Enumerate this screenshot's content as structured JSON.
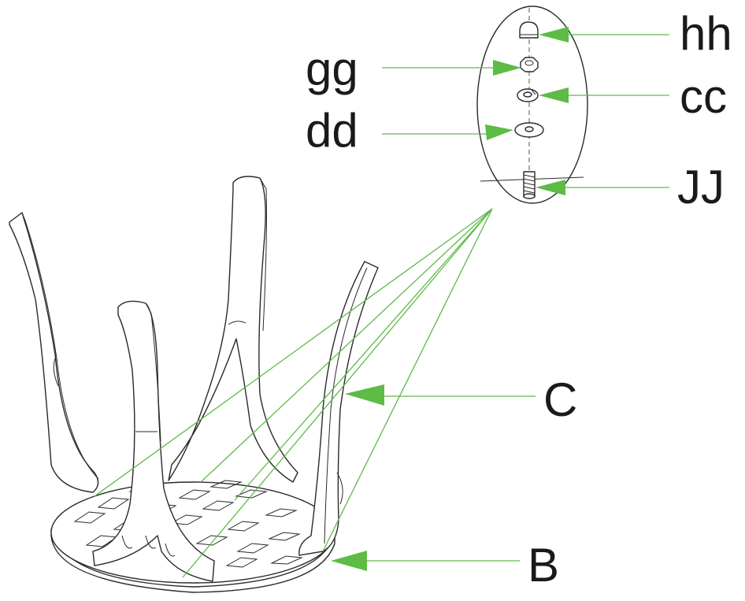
{
  "diagram": {
    "colors": {
      "leader": "#5dbb46",
      "line": "#2a2a2a",
      "label": "#1a1a1a"
    },
    "labels": {
      "hh": "hh",
      "gg": "gg",
      "cc": "cc",
      "dd": "dd",
      "JJ": "JJ",
      "C": "C",
      "B": "B"
    }
  }
}
